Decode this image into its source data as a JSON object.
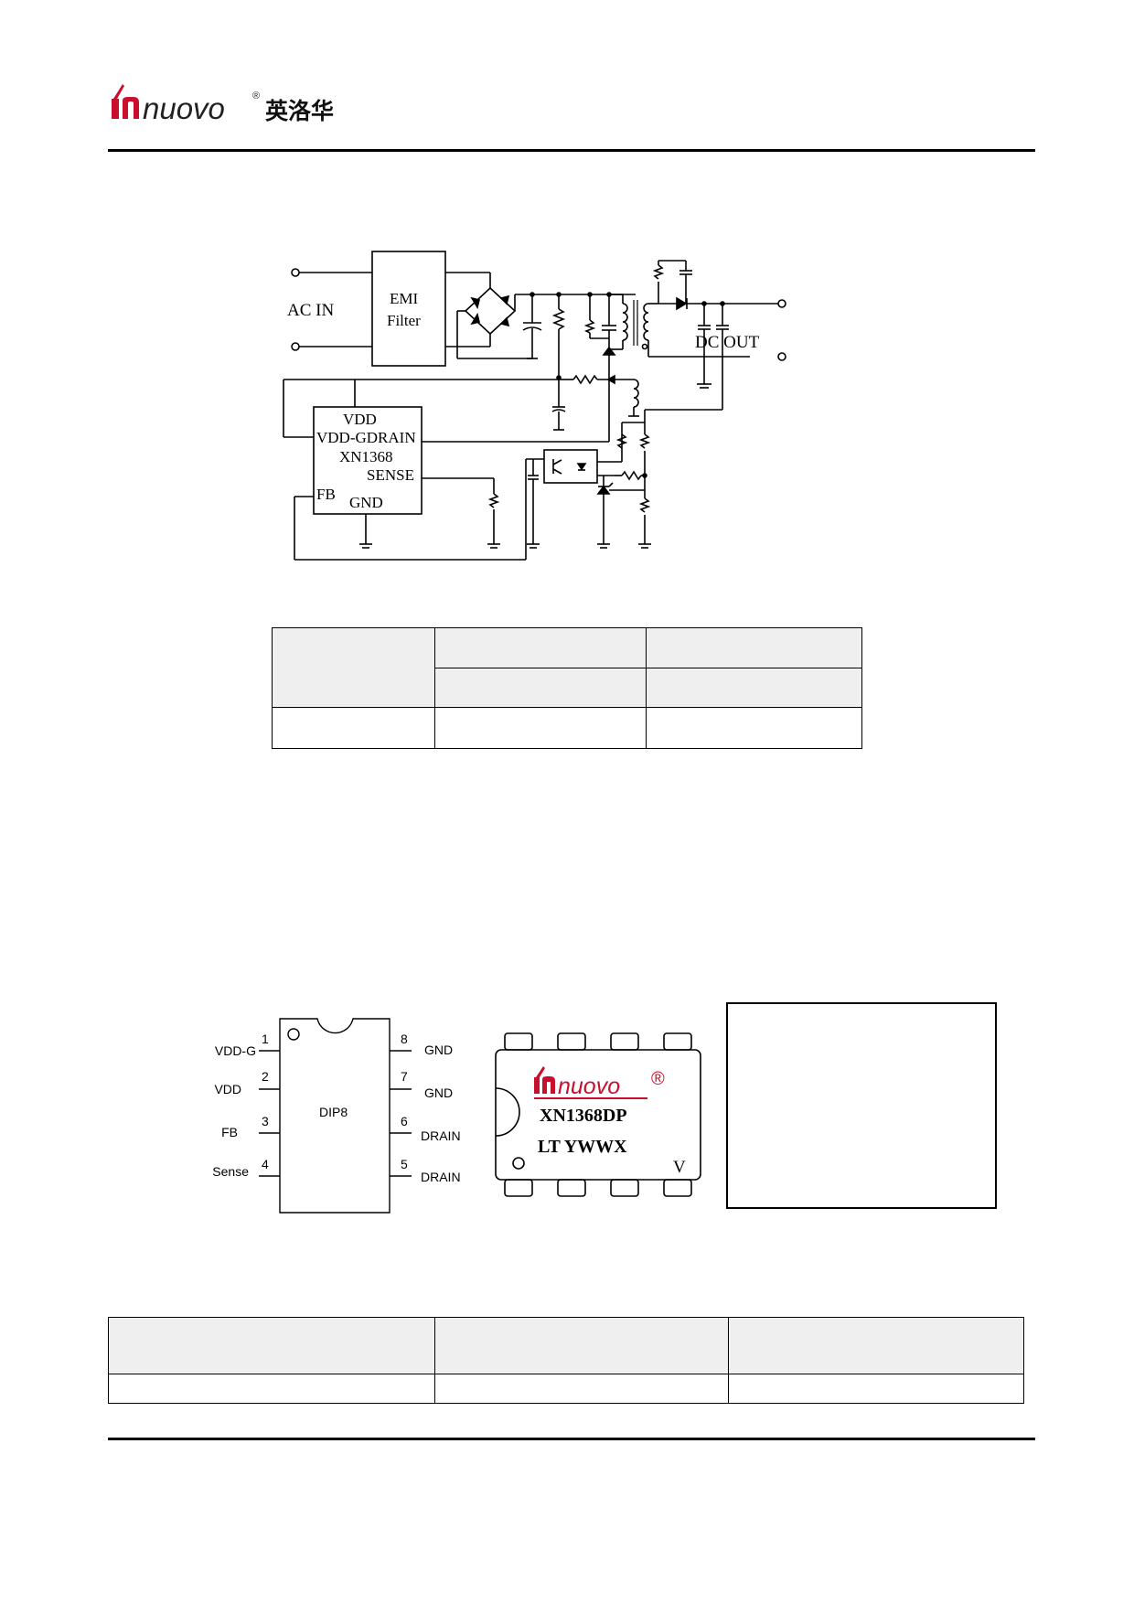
{
  "header": {
    "brand_latin": "nuovo",
    "brand_registered": "®",
    "brand_chinese": "英洛华"
  },
  "schematic": {
    "ac_in": "AC IN",
    "emi_line1": "EMI",
    "emi_line2": "Filter",
    "dc_out": "DC OUT",
    "ic": {
      "vdd": "VDD",
      "vdd_g_drain": "VDD-GDRAIN",
      "name": "XN1368",
      "sense": "SENSE",
      "fb": "FB",
      "gnd": "GND"
    }
  },
  "pinout": {
    "package": "DIP8",
    "left_pins": [
      {
        "num": "1",
        "label": "VDD-G"
      },
      {
        "num": "2",
        "label": "VDD"
      },
      {
        "num": "3",
        "label": "FB"
      },
      {
        "num": "4",
        "label": "Sense"
      }
    ],
    "right_pins": [
      {
        "num": "8",
        "label": "GND"
      },
      {
        "num": "7",
        "label": "GND"
      },
      {
        "num": "6",
        "label": "DRAIN"
      },
      {
        "num": "5",
        "label": "DRAIN"
      }
    ]
  },
  "package_marking": {
    "logo": "nuovo",
    "registered": "®",
    "part": "XN1368DP",
    "code": "LT YWWX",
    "corner": "V"
  },
  "colors": {
    "logo_red": "#c8102e",
    "table_header_bg": "#efefef"
  }
}
